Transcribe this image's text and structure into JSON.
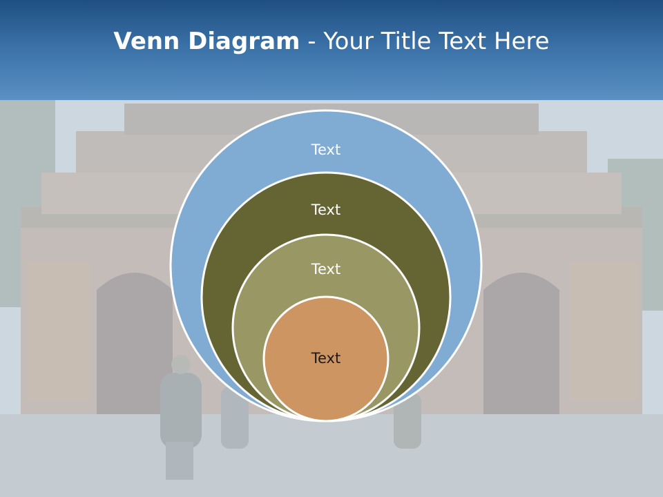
{
  "title": {
    "bold": "Venn Diagram",
    "rest": " - Your Title Text Here"
  },
  "circles": [
    {
      "label": "Text",
      "fill": "#80acd4",
      "text_color": "#ffffff"
    },
    {
      "label": "Text",
      "fill": "#646532",
      "text_color": "#ffffff"
    },
    {
      "label": "Text",
      "fill": "#999865",
      "text_color": "#ffffff"
    },
    {
      "label": "Text",
      "fill": "#cc9562",
      "text_color": "#1a1a1a"
    }
  ],
  "colors": {
    "header_top": "#1f4f82",
    "header_bottom": "#5a90c2"
  }
}
